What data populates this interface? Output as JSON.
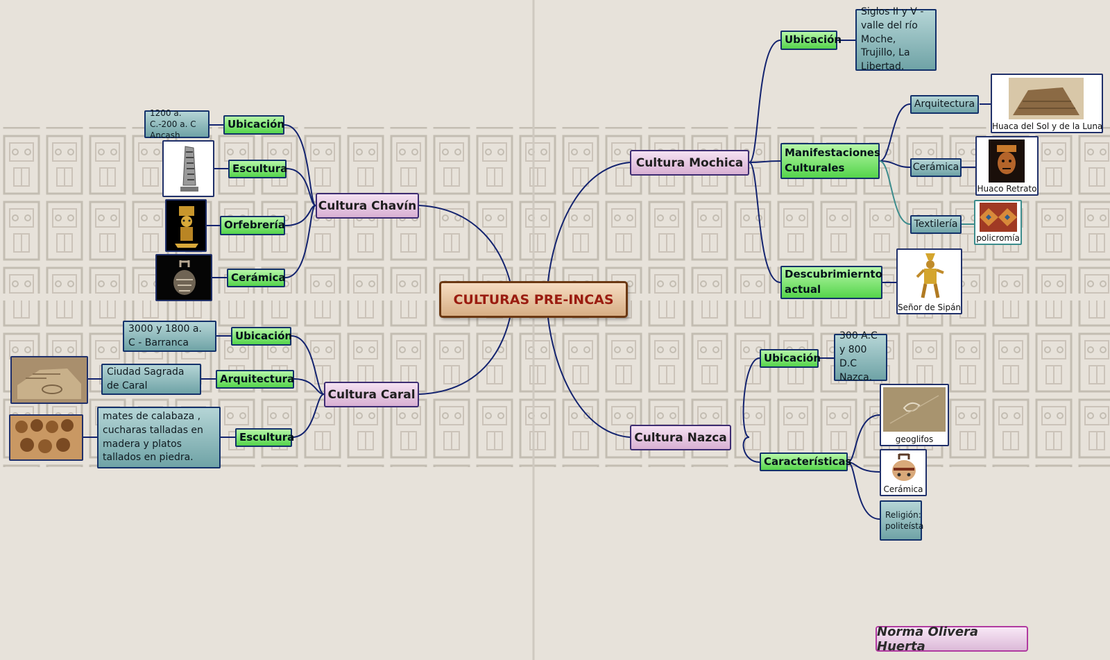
{
  "center": {
    "label": "CULTURAS PRE-INCAS"
  },
  "chavin": {
    "label": "Cultura Chavín",
    "ubicacion": {
      "label": "Ubicación",
      "detail": "1200 a. C.-200 a. C  Ancash"
    },
    "escultura": {
      "label": "Escultura"
    },
    "orfebreria": {
      "label": "Orfebrería"
    },
    "ceramica": {
      "label": "Cerámica"
    }
  },
  "caral": {
    "label": "Cultura Caral",
    "ubicacion": {
      "label": "Ubicación",
      "detail": "3000 y 1800 a. C - Barranca"
    },
    "arquitectura": {
      "label": "Arquitectura",
      "detail": "Ciudad Sagrada de Caral"
    },
    "escultura": {
      "label": "Escultura",
      "detail": "mates de calabaza , cucharas talladas en madera y platos tallados en piedra."
    }
  },
  "mochica": {
    "label": "Cultura Mochica",
    "ubicacion": {
      "label": "Ubicación",
      "detail": "Siglos II y V - valle del río Moche, Trujillo, La Libertad."
    },
    "manifestaciones": {
      "label": "Manifestaciones Culturales",
      "arquitectura": {
        "label": "Arquitectura",
        "caption": "Huaca del Sol y de la Luna"
      },
      "ceramica": {
        "label": "Cerámica",
        "caption": "Huaco Retrato"
      },
      "textileria": {
        "label": "Textilería",
        "caption": "policromía"
      }
    },
    "descubrimiento": {
      "label": "Descubrimiernto actual",
      "caption": "Señor de Sipán"
    }
  },
  "nazca": {
    "label": "Cultura Nazca",
    "ubicacion": {
      "label": "Ubicación",
      "detail": "300 A.C y 800 D.C Nazca."
    },
    "caracteristicas": {
      "label": "Características",
      "geoglifos": {
        "caption": "geoglifos"
      },
      "ceramica": {
        "caption": "Cerámica"
      },
      "religion": {
        "label": "Religión: politeísta"
      }
    }
  },
  "author": {
    "label": "Norma Olivera Huerta"
  },
  "colors": {
    "link": "#13236f",
    "link_teal": "#3c8c8c",
    "center_text": "#9a1c10",
    "culture_fill": "#e4c3df",
    "subtopic_fill": "#7ee074",
    "detail_fill": "#8fbcbf",
    "background": "#e7e2da"
  }
}
